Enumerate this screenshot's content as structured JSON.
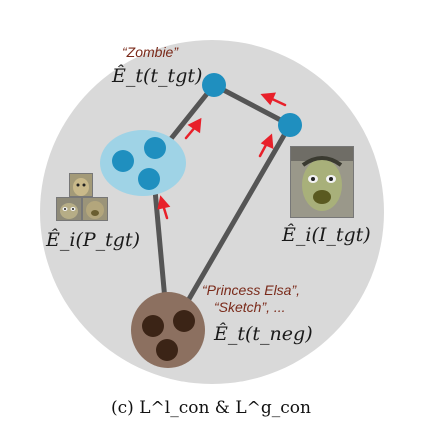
{
  "prompts": {
    "target": "“Zombie”",
    "negative_line1": "“Princess Elsa”,",
    "negative_line2": "“Sketch”, ..."
  },
  "labels": {
    "text_target_embedding": "Ê_t(t_tgt)",
    "image_embedding": "Ê_i(I_tgt)",
    "patch_embedding": "Ê_i(P_tgt)",
    "text_negative_embedding": "Ê_t(t_neg)"
  },
  "caption": "(c) L^l_con & L^g_con",
  "colors": {
    "outer_circle": "#d9d9d9",
    "blue_cluster": "#9fd3e6",
    "blue_node": "#1f8fbf",
    "brown_cluster": "#8c7060",
    "brown_node": "#3b2416",
    "edge": "#555555",
    "arrow": "#e8202a",
    "prompt_text": "#7a2a1a"
  }
}
